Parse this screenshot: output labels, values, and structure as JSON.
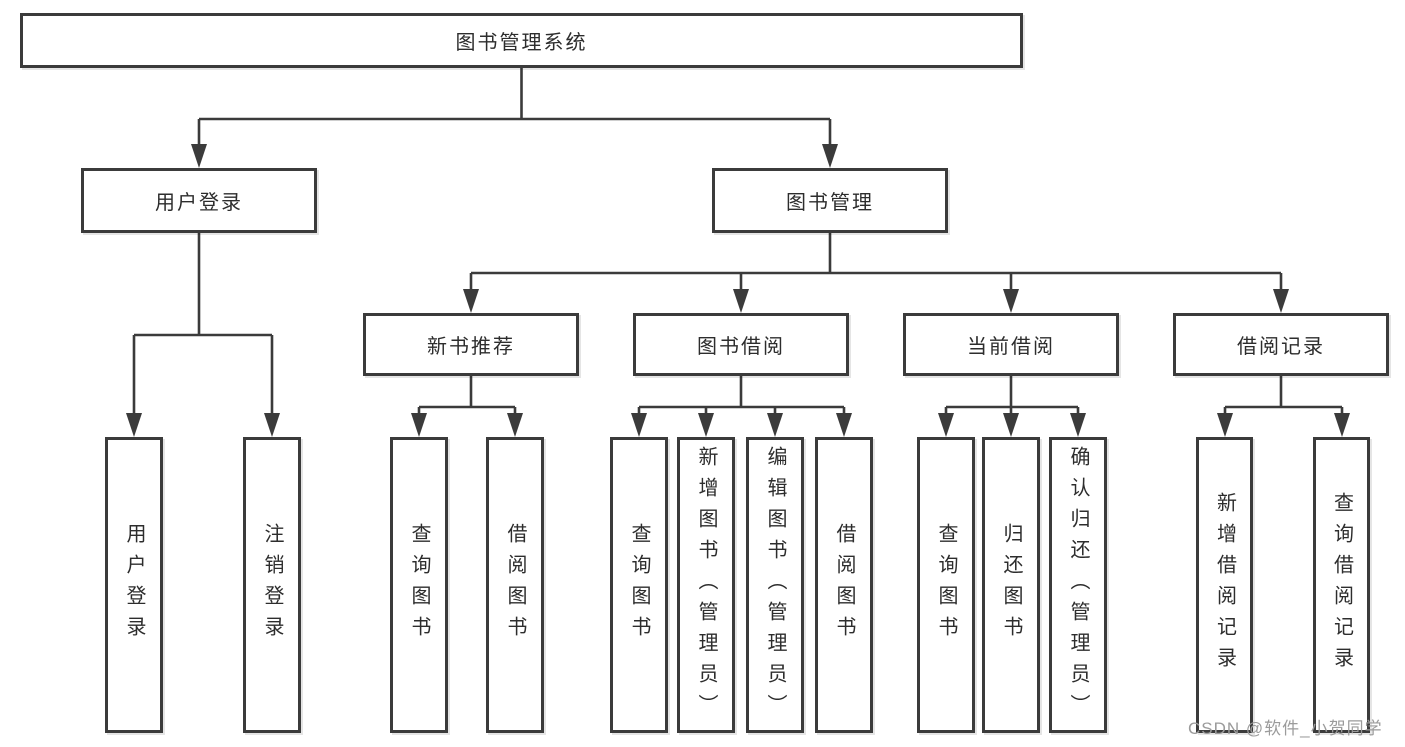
{
  "tree": {
    "label": "图书管理系统",
    "children": [
      {
        "label": "用户登录",
        "children": [
          {
            "label": "用户登录"
          },
          {
            "label": "注销登录"
          }
        ]
      },
      {
        "label": "图书管理",
        "children": [
          {
            "label": "新书推荐",
            "children": [
              {
                "label": "查询图书"
              },
              {
                "label": "借阅图书"
              }
            ]
          },
          {
            "label": "图书借阅",
            "children": [
              {
                "label": "查询图书"
              },
              {
                "label": "新增图书（管理员）"
              },
              {
                "label": "编辑图书（管理员）"
              },
              {
                "label": "借阅图书"
              }
            ]
          },
          {
            "label": "当前借阅",
            "children": [
              {
                "label": "查询图书"
              },
              {
                "label": "归还图书"
              },
              {
                "label": "确认归还（管理员）"
              }
            ]
          },
          {
            "label": "借阅记录",
            "children": [
              {
                "label": "新增借阅记录"
              },
              {
                "label": "查询借阅记录"
              }
            ]
          }
        ]
      }
    ]
  },
  "watermark": {
    "text": "CSDN @软件_小贺同学"
  },
  "colors": {
    "line": "#3b3b3b",
    "text": "#2d2d2d",
    "background": "#ffffff",
    "watermark": "#9b9b9b"
  }
}
